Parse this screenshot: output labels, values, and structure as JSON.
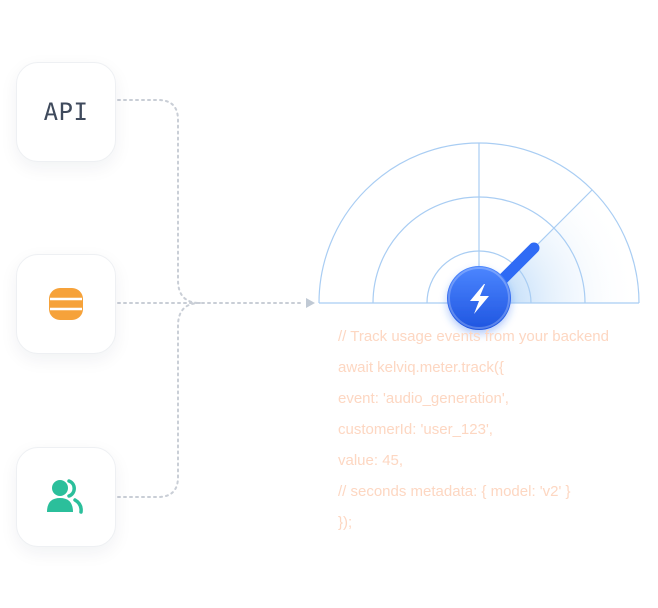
{
  "sources": {
    "api": {
      "label": "API",
      "icon": "api-text-icon"
    },
    "database": {
      "icon": "database-icon",
      "color": "#f6a23a"
    },
    "users": {
      "icon": "users-icon",
      "color": "#2bbf9b"
    }
  },
  "meter": {
    "icon": "lightning-bolt-icon",
    "knob_color": "#2f6bf5",
    "arc_color": "#a9cdf3"
  },
  "connector_color": "#c9ced6",
  "code": {
    "color": "#fdd7c2",
    "lines": [
      "// Track usage events from your backend",
      "await kelviq.meter.track({",
      "event: 'audio_generation',",
      "customerId: 'user_123',",
      "value: 45,",
      "// seconds metadata: { model: 'v2' }",
      "});"
    ]
  }
}
